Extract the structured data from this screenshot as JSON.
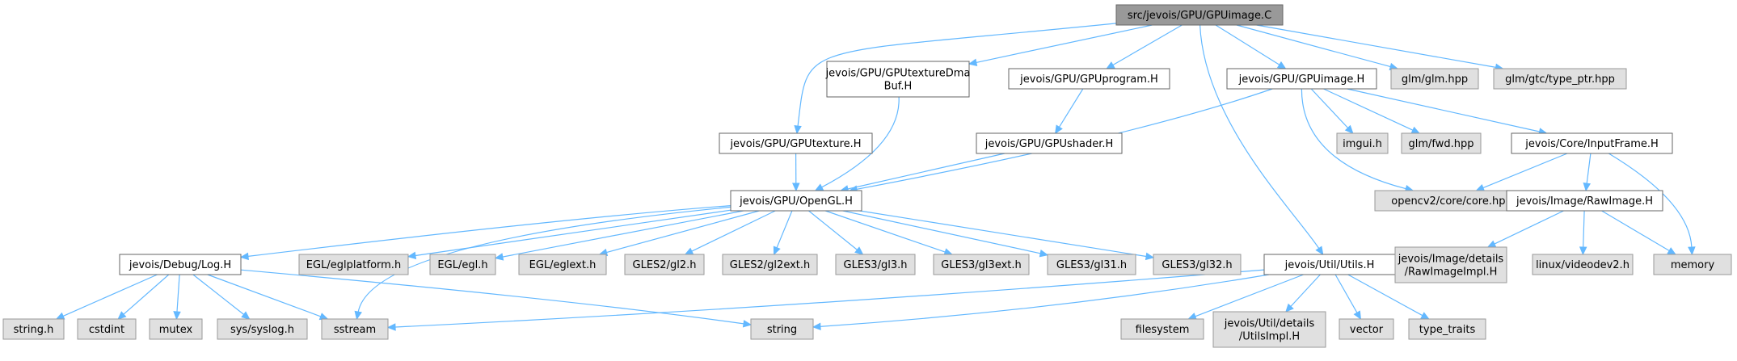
{
  "colors": {
    "root_fill": "#999999",
    "root_border": "#666666",
    "internal_fill": "#ffffff",
    "internal_border": "#666666",
    "external_fill": "#e0e0e0",
    "external_border": "#999999",
    "edge": "#63b8ff"
  },
  "nodes": [
    {
      "id": "root",
      "kind": "root",
      "lines": [
        "src/jevois/GPU/GPUimage.C"
      ]
    },
    {
      "id": "gputexture",
      "kind": "internal",
      "lines": [
        "jevois/GPU/GPUtexture.H"
      ]
    },
    {
      "id": "gputexdma",
      "kind": "internal",
      "lines": [
        "jevois/GPU/GPUtextureDma",
        "Buf.H"
      ]
    },
    {
      "id": "gpuprogram",
      "kind": "internal",
      "lines": [
        "jevois/GPU/GPUprogram.H"
      ]
    },
    {
      "id": "gpuimageh",
      "kind": "internal",
      "lines": [
        "jevois/GPU/GPUimage.H"
      ]
    },
    {
      "id": "glmglm",
      "kind": "external",
      "lines": [
        "glm/glm.hpp"
      ]
    },
    {
      "id": "glmgtc",
      "kind": "external",
      "lines": [
        "glm/gtc/type_ptr.hpp"
      ]
    },
    {
      "id": "gpushader",
      "kind": "internal",
      "lines": [
        "jevois/GPU/GPUshader.H"
      ]
    },
    {
      "id": "imgui",
      "kind": "external",
      "lines": [
        "imgui.h"
      ]
    },
    {
      "id": "glmfwd",
      "kind": "external",
      "lines": [
        "glm/fwd.hpp"
      ]
    },
    {
      "id": "inputframe",
      "kind": "internal",
      "lines": [
        "jevois/Core/InputFrame.H"
      ]
    },
    {
      "id": "opengl",
      "kind": "internal",
      "lines": [
        "jevois/GPU/OpenGL.H"
      ]
    },
    {
      "id": "opencvcore",
      "kind": "external",
      "lines": [
        "opencv2/core/core.hpp"
      ]
    },
    {
      "id": "rawimage",
      "kind": "internal",
      "lines": [
        "jevois/Image/RawImage.H"
      ]
    },
    {
      "id": "log",
      "kind": "internal",
      "lines": [
        "jevois/Debug/Log.H"
      ]
    },
    {
      "id": "eglplatform",
      "kind": "external",
      "lines": [
        "EGL/eglplatform.h"
      ]
    },
    {
      "id": "egl",
      "kind": "external",
      "lines": [
        "EGL/egl.h"
      ]
    },
    {
      "id": "eglext",
      "kind": "external",
      "lines": [
        "EGL/eglext.h"
      ]
    },
    {
      "id": "gl2",
      "kind": "external",
      "lines": [
        "GLES2/gl2.h"
      ]
    },
    {
      "id": "gl2ext",
      "kind": "external",
      "lines": [
        "GLES2/gl2ext.h"
      ]
    },
    {
      "id": "gl3",
      "kind": "external",
      "lines": [
        "GLES3/gl3.h"
      ]
    },
    {
      "id": "gl3ext",
      "kind": "external",
      "lines": [
        "GLES3/gl3ext.h"
      ]
    },
    {
      "id": "gl31",
      "kind": "external",
      "lines": [
        "GLES3/gl31.h"
      ]
    },
    {
      "id": "gl32",
      "kind": "external",
      "lines": [
        "GLES3/gl32.h"
      ]
    },
    {
      "id": "utils",
      "kind": "internal",
      "lines": [
        "jevois/Util/Utils.H"
      ]
    },
    {
      "id": "rawimageimpl",
      "kind": "external",
      "lines": [
        "jevois/Image/details",
        "/RawImageImpl.H"
      ]
    },
    {
      "id": "videodev2",
      "kind": "external",
      "lines": [
        "linux/videodev2.h"
      ]
    },
    {
      "id": "memory",
      "kind": "external",
      "lines": [
        "memory"
      ]
    },
    {
      "id": "stringh",
      "kind": "external",
      "lines": [
        "string.h"
      ]
    },
    {
      "id": "cstdint",
      "kind": "external",
      "lines": [
        "cstdint"
      ]
    },
    {
      "id": "mutex",
      "kind": "external",
      "lines": [
        "mutex"
      ]
    },
    {
      "id": "syslog",
      "kind": "external",
      "lines": [
        "sys/syslog.h"
      ]
    },
    {
      "id": "sstream",
      "kind": "external",
      "lines": [
        "sstream"
      ]
    },
    {
      "id": "string",
      "kind": "external",
      "lines": [
        "string"
      ]
    },
    {
      "id": "filesystem",
      "kind": "external",
      "lines": [
        "filesystem"
      ]
    },
    {
      "id": "utilsimpl",
      "kind": "external",
      "lines": [
        "jevois/Util/details",
        "/UtilsImpl.H"
      ]
    },
    {
      "id": "vector",
      "kind": "external",
      "lines": [
        "vector"
      ]
    },
    {
      "id": "typetraits",
      "kind": "external",
      "lines": [
        "type_traits"
      ]
    }
  ],
  "edges": [
    [
      "root",
      "gputexture"
    ],
    [
      "root",
      "gputexdma"
    ],
    [
      "root",
      "gpuprogram"
    ],
    [
      "root",
      "gpuimageh"
    ],
    [
      "root",
      "utils"
    ],
    [
      "root",
      "glmglm"
    ],
    [
      "root",
      "glmgtc"
    ],
    [
      "gputexture",
      "opengl"
    ],
    [
      "gputexdma",
      "opengl"
    ],
    [
      "gpuprogram",
      "gpushader"
    ],
    [
      "gpushader",
      "opengl"
    ],
    [
      "gpuimageh",
      "opengl"
    ],
    [
      "gpuimageh",
      "opencvcore"
    ],
    [
      "gpuimageh",
      "imgui"
    ],
    [
      "gpuimageh",
      "glmfwd"
    ],
    [
      "gpuimageh",
      "inputframe"
    ],
    [
      "inputframe",
      "opencvcore"
    ],
    [
      "inputframe",
      "rawimage"
    ],
    [
      "inputframe",
      "memory"
    ],
    [
      "rawimage",
      "rawimageimpl"
    ],
    [
      "rawimage",
      "videodev2"
    ],
    [
      "rawimage",
      "memory"
    ],
    [
      "opengl",
      "log"
    ],
    [
      "opengl",
      "sstream"
    ],
    [
      "opengl",
      "eglplatform"
    ],
    [
      "opengl",
      "egl"
    ],
    [
      "opengl",
      "eglext"
    ],
    [
      "opengl",
      "gl2"
    ],
    [
      "opengl",
      "gl2ext"
    ],
    [
      "opengl",
      "gl3"
    ],
    [
      "opengl",
      "gl3ext"
    ],
    [
      "opengl",
      "gl31"
    ],
    [
      "opengl",
      "gl32"
    ],
    [
      "log",
      "stringh"
    ],
    [
      "log",
      "cstdint"
    ],
    [
      "log",
      "mutex"
    ],
    [
      "log",
      "syslog"
    ],
    [
      "log",
      "sstream"
    ],
    [
      "log",
      "string"
    ],
    [
      "utils",
      "sstream"
    ],
    [
      "utils",
      "string"
    ],
    [
      "utils",
      "filesystem"
    ],
    [
      "utils",
      "utilsimpl"
    ],
    [
      "utils",
      "vector"
    ],
    [
      "utils",
      "typetraits"
    ]
  ]
}
